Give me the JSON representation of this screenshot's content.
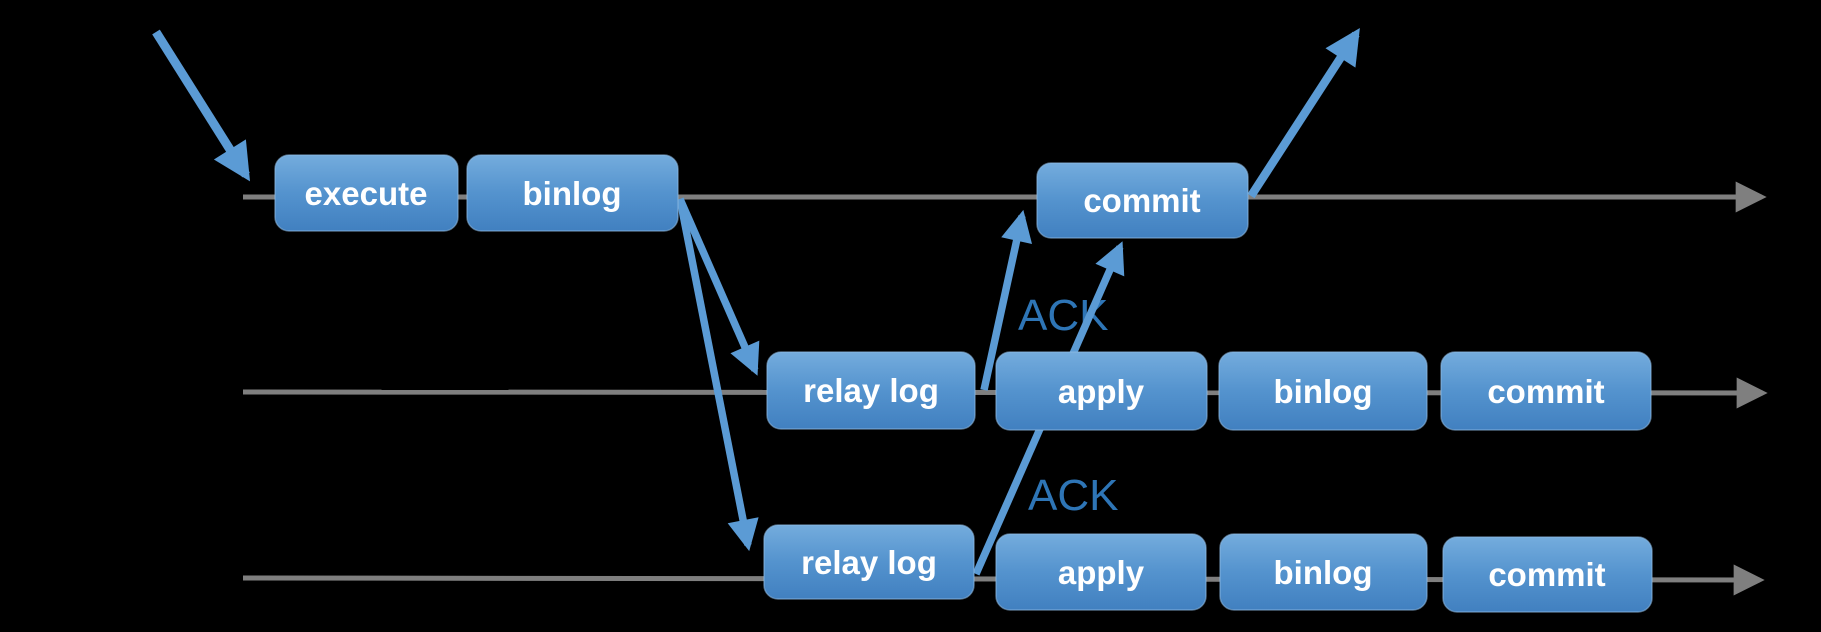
{
  "diagram": {
    "description_colors": {
      "background": "#000000",
      "box_top": "#71AADC",
      "box_bottom": "#4180C0",
      "arrow_blue": "#5B9BD5",
      "ack_text_blue": "#2E75B6",
      "timeline_gray": "#7F7F7F",
      "box_text": "#FFFFFF"
    },
    "rows": [
      {
        "boxes": [
          {
            "label": "execute"
          },
          {
            "label": "binlog"
          },
          {
            "label": "commit"
          }
        ]
      },
      {
        "boxes": [
          {
            "label": "relay log"
          },
          {
            "label": "apply"
          },
          {
            "label": "binlog"
          },
          {
            "label": "commit"
          }
        ]
      },
      {
        "boxes": [
          {
            "label": "relay log"
          },
          {
            "label": "apply"
          },
          {
            "label": "binlog"
          },
          {
            "label": "commit"
          }
        ]
      }
    ],
    "ack_labels": [
      {
        "text": "ACK"
      },
      {
        "text": "ACK"
      }
    ]
  }
}
